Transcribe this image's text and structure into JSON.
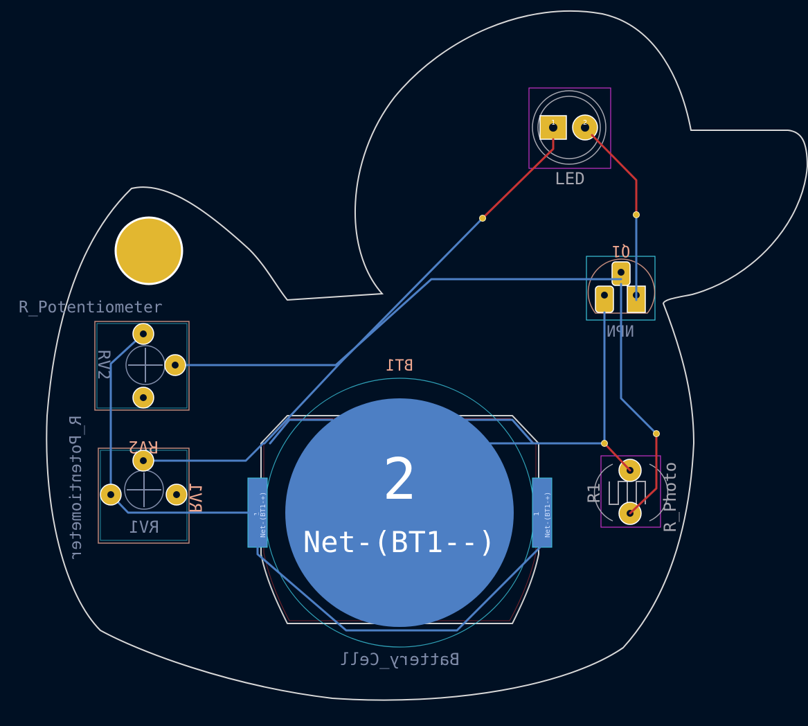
{
  "colors": {
    "background": "#001023",
    "outline": "#d8d8d8",
    "back_copper": "#4d7fc4",
    "front_copper": "#c83434",
    "pad": "#e2b730",
    "courtyard": "#c832c8",
    "silkscreen_front": "#f0a890",
    "silkscreen_back": "#7f8ba8",
    "fab_cyan": "#3bc6dc"
  },
  "labels": {
    "r_potentiometer_top": "R_Potentiometer",
    "r_potentiometer_side": "R_Potentiometer",
    "rv2_front": "RV2",
    "rv2_back": "RV2",
    "rv1_front": "RV1",
    "rv1_back": "RV1",
    "bt1": "BT1",
    "battery_cell": "Battery_Cell",
    "led": "LED",
    "q1": "Q1",
    "npn": "NPN",
    "r1": "R1",
    "r_photo": "R_Photo",
    "net_number": "2",
    "net_name": "Net-(BT1--)",
    "bt1_plus_left": "Net-(BT1-+)",
    "bt1_plus_right": "Net-(BT1-+)",
    "bt1_pad_num_left": "1",
    "bt1_pad_num_right": "1",
    "led_pad1": "1",
    "led_pad2": "2"
  }
}
